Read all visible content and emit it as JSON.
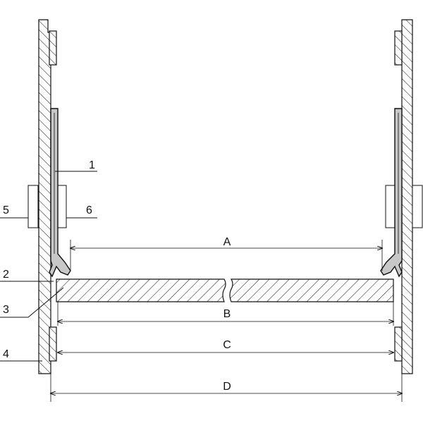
{
  "callouts": {
    "c1": "1",
    "c2": "2",
    "c3": "3",
    "c4": "4",
    "c5": "5",
    "c6": "6"
  },
  "dimensions": {
    "A": "A",
    "B": "B",
    "C": "C",
    "D": "D"
  }
}
